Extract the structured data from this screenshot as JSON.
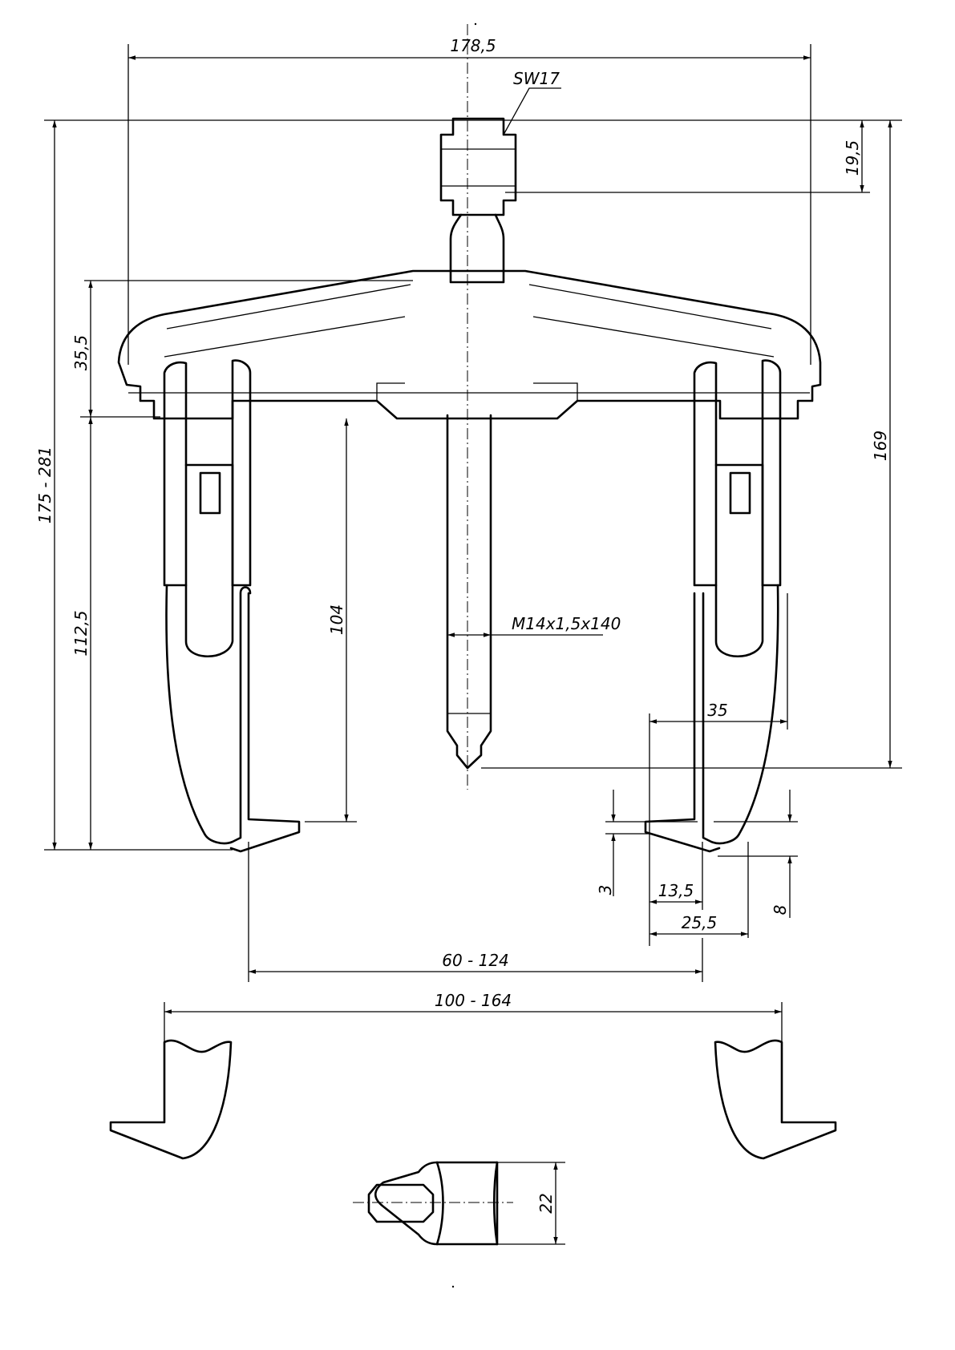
{
  "drawing": {
    "dimensions": {
      "overall_width": "178,5",
      "wrench_size": "SW17",
      "nut_height": "19,5",
      "head_height": "35,5",
      "overall_height_range": "175 - 281",
      "arm_length": "112,5",
      "reach": "104",
      "spindle_thread": "M14x1,5x140",
      "spindle_height": "169",
      "jaw_depth": "35",
      "jaw_tip": "3",
      "jaw_foot": "8",
      "jaw_width_inner": "13,5",
      "jaw_width_outer": "25,5",
      "inner_span_range": "60 - 124",
      "outer_span_range": "100 - 164",
      "jaw_thickness": "22"
    }
  }
}
